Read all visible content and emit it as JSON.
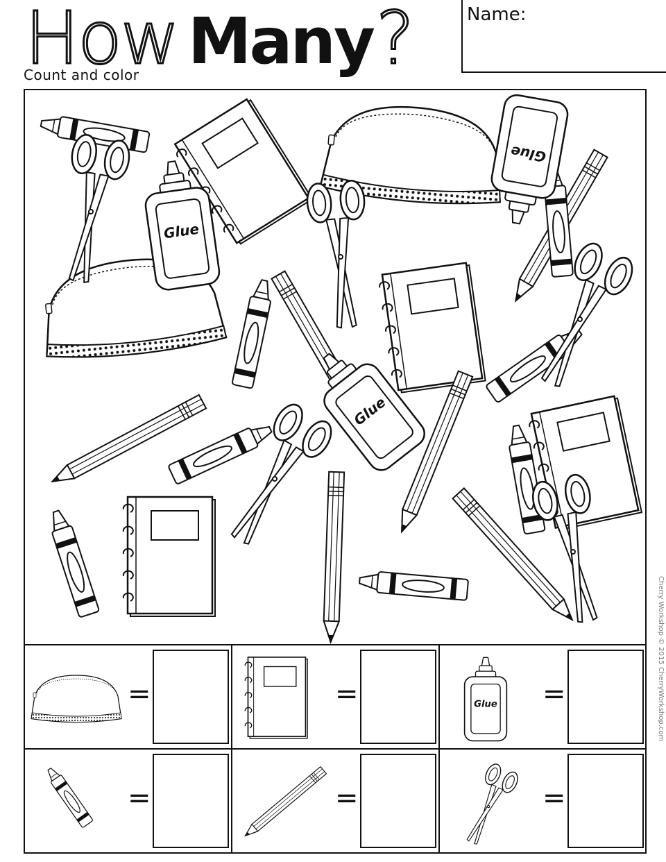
{
  "header": {
    "title_part1": "How",
    "title_part2": "Many",
    "title_part3": "?",
    "subtitle": "Count and color",
    "name_label": "Name:"
  },
  "scene": {
    "glue_label": "Glue",
    "credit": "Cherry Workshop © 2015 CherryWorkshop.com"
  },
  "answers": {
    "equals_sign": "=",
    "items": [
      {
        "icon": "pencil-case-icon"
      },
      {
        "icon": "notebook-icon"
      },
      {
        "icon": "glue-bottle-icon",
        "label": "Glue"
      },
      {
        "icon": "crayon-icon"
      },
      {
        "icon": "pencil-icon"
      },
      {
        "icon": "scissors-icon"
      }
    ]
  }
}
